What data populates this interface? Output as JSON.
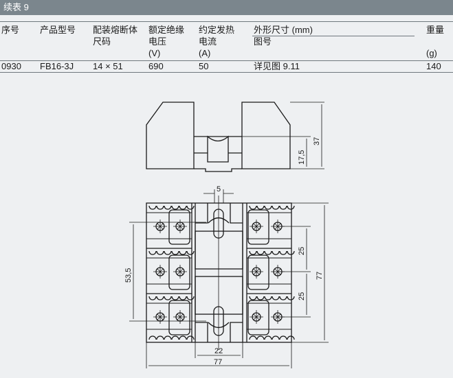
{
  "title": "续表 9",
  "columns": [
    {
      "lines": [
        "序号",
        "",
        ""
      ]
    },
    {
      "lines": [
        "产品型号",
        "",
        ""
      ]
    },
    {
      "lines": [
        "配装熔断体",
        "尺码",
        ""
      ]
    },
    {
      "lines": [
        "额定绝缘",
        "电压",
        "(V)"
      ]
    },
    {
      "lines": [
        "约定发热",
        "电流",
        "(A)"
      ]
    },
    {
      "lines": [
        "外形尺寸 (mm)",
        "图号",
        ""
      ]
    },
    {
      "lines": [
        "重量",
        "",
        "(g)"
      ]
    }
  ],
  "rows": [
    [
      "0930",
      "FB16-3J",
      "14 × 51",
      "690",
      "50",
      "详见图 9.11",
      "140"
    ]
  ],
  "drawing": {
    "dims": {
      "h37": "37",
      "h17_5": "17,5",
      "w5": "5",
      "d25a": "25",
      "d25b": "25",
      "h77": "77",
      "d53_5": "53,5",
      "w22": "22",
      "w77": "77"
    }
  }
}
